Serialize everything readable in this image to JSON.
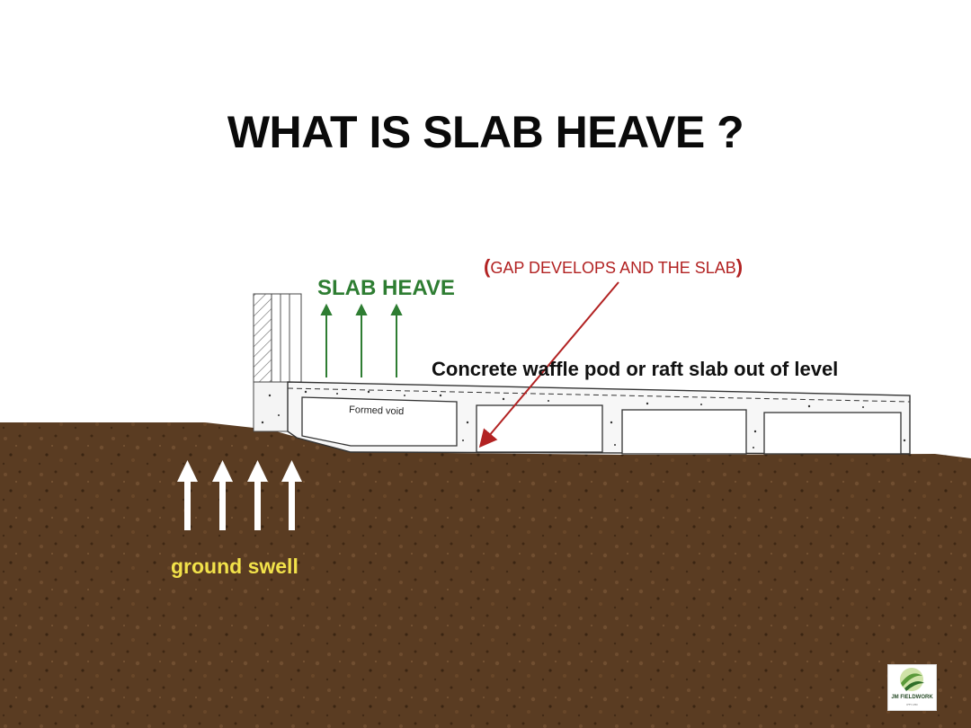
{
  "title": "WHAT IS SLAB HEAVE ?",
  "labels": {
    "slab_heave": "SLAB HEAVE",
    "gap_open": "(",
    "gap_text": "GAP DEVELOPS AND THE SLAB",
    "gap_close": ")",
    "waffle": "Concrete waffle pod or raft slab out of level",
    "formed_void": "Formed void",
    "ground_swell": "ground swell"
  },
  "logo": {
    "name": "JM FIELDWORK",
    "sub": "PTY LTD"
  },
  "colors": {
    "soil": "#5c3d22",
    "soil_dark": "#3e2814",
    "heave_arrows": "#2e7d32",
    "gap_arrow": "#b22222",
    "swell_arrows": "#ffffff",
    "swell_text": "#f2e24a"
  }
}
